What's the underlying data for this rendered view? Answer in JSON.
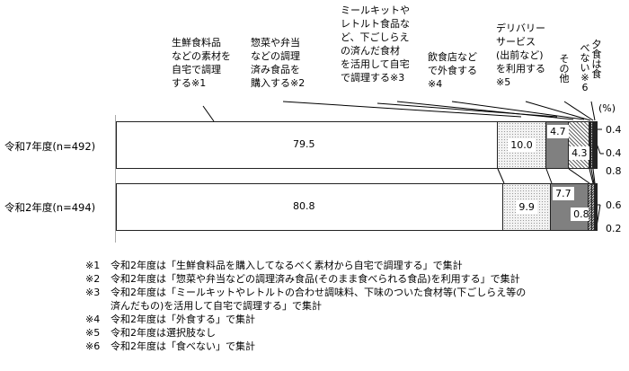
{
  "chart_data": {
    "type": "bar",
    "orientation": "horizontal-stacked-100",
    "unit": "(%)",
    "categories": [
      "令和7年度(n=492)",
      "令和2年度(n=494)"
    ],
    "series": [
      {
        "name": "生鮮食料品などの素材を自宅で調理する※1",
        "values": [
          79.5,
          80.8
        ]
      },
      {
        "name": "惣菜や弁当などの調理済み食品を購入する※2",
        "values": [
          10.0,
          9.9
        ]
      },
      {
        "name": "ミールキットやレトルト食品など、下ごしらえの済んだ食材を活用して自宅で調理する※3",
        "values": [
          4.7,
          7.7
        ]
      },
      {
        "name": "飲食店などで外食する※4",
        "values": [
          4.3,
          0.8
        ]
      },
      {
        "name": "デリバリーサービス(出前など)を利用する※5",
        "values": [
          0.4,
          0.0
        ]
      },
      {
        "name": "その他",
        "values": [
          0.4,
          0.6
        ]
      },
      {
        "name": "夕食は食べない※6",
        "values": [
          0.8,
          0.2
        ]
      }
    ],
    "xlim": [
      0,
      100
    ],
    "legend_position": "top-annotations"
  },
  "unit_label": "(%)",
  "categories": {
    "r7": "令和7年度(n=492)",
    "r2": "令和2年度(n=494)"
  },
  "annotations": {
    "a1": [
      "生鮮食料品",
      "などの素材を",
      "自宅で調理",
      "する※1"
    ],
    "a2": [
      "惣菜や弁当",
      "などの調理",
      "済み食品を",
      "購入する※2"
    ],
    "a3": [
      "ミールキットや",
      "レトルト食品な",
      "ど、下ごしらえ",
      "の済んだ食材",
      "を活用して自宅",
      "で調理する※3"
    ],
    "a4": [
      "飲食店など",
      "で外食する",
      "※4"
    ],
    "a5": [
      "デリバリー",
      "サービス",
      "(出前など)",
      "を利用する",
      "※5"
    ],
    "a6": "その他",
    "a7a": "夕食は食",
    "a7b": "べない※6"
  },
  "bar_labels": {
    "r7": {
      "s1": "79.5",
      "s2": "10.0",
      "s3": "4.7",
      "s4": "4.3",
      "side1": "0.4",
      "side2": "0.4",
      "side3": "0.8"
    },
    "r2": {
      "s1": "80.8",
      "s2": "9.9",
      "s3": "7.7",
      "s4": "0.8",
      "side1": "0.6",
      "side2": "0.2"
    }
  },
  "notes": [
    {
      "mark": "※1",
      "text": "令和2年度は「生鮮食料品を購入してなるべく素材から自宅で調理する」で集計"
    },
    {
      "mark": "※2",
      "text": "令和2年度は「惣菜や弁当などの調理済み食品(そのまま食べられる食品)を利用する」で集計"
    },
    {
      "mark": "※3",
      "text": "令和2年度は「ミールキットやレトルトの合わせ調味料、下味のついた食材等(下ごしらえ等の"
    },
    {
      "mark": "",
      "text": "済んだもの)を活用して自宅で調理する」で集計"
    },
    {
      "mark": "※4",
      "text": "令和2年度は「外食する」で集計"
    },
    {
      "mark": "※5",
      "text": "令和2年度は選択肢なし"
    },
    {
      "mark": "※6",
      "text": "令和2年度は「食べない」で集計"
    }
  ]
}
